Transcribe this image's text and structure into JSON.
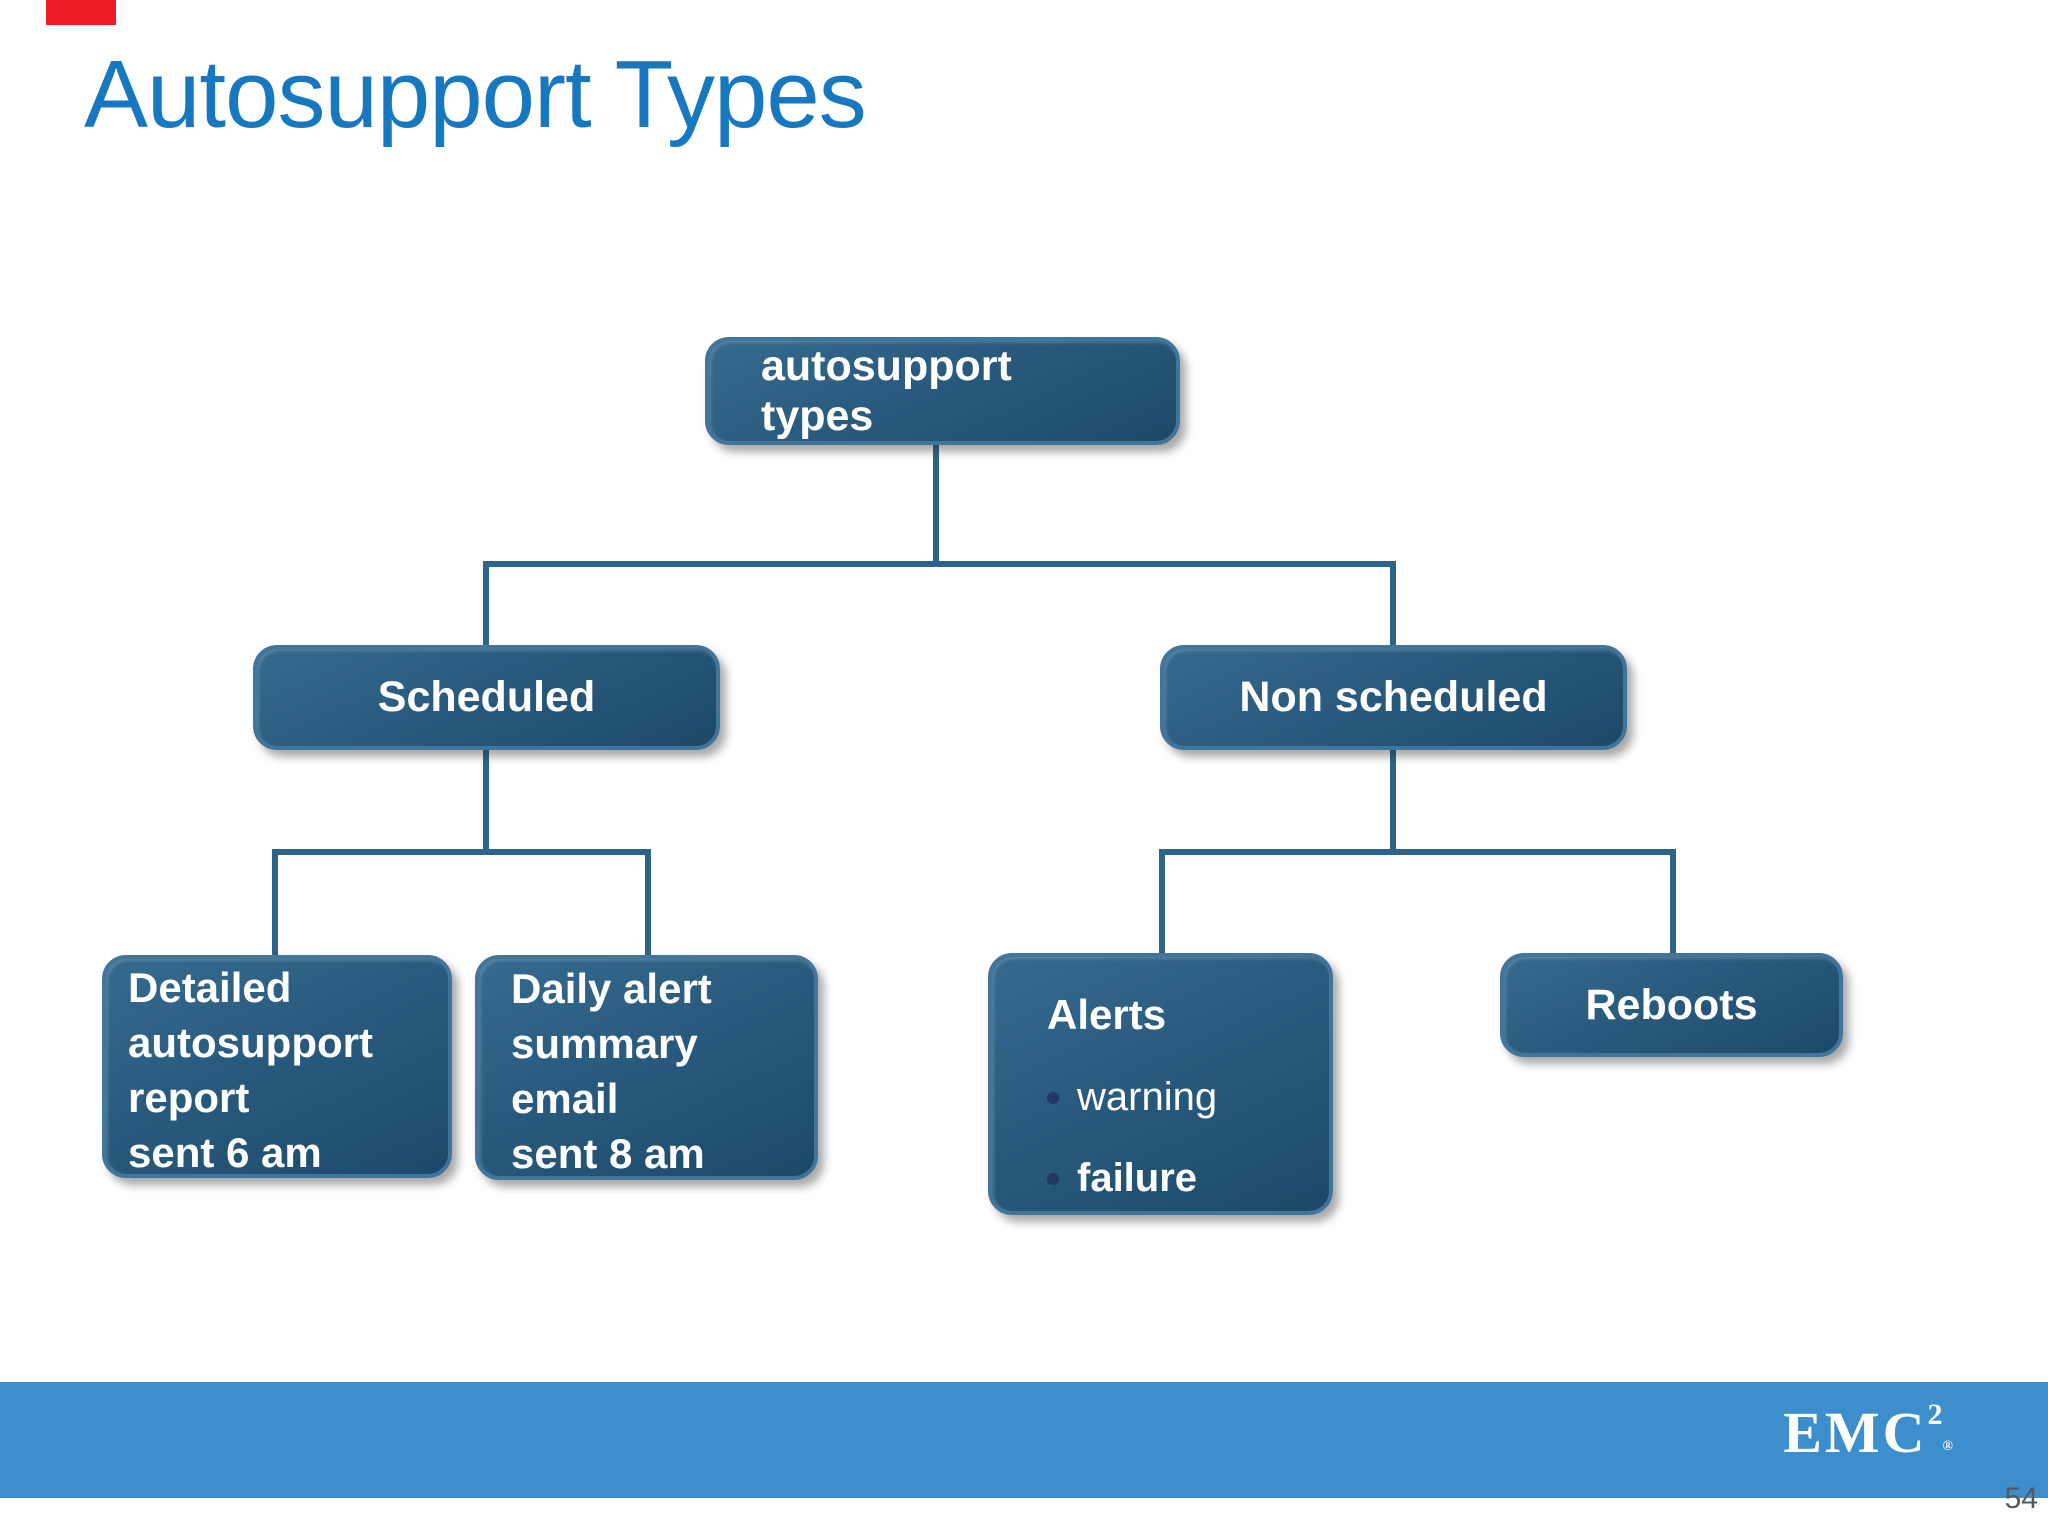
{
  "slide": {
    "title": "Autosupport Types",
    "page_number": "54"
  },
  "colors": {
    "title_blue": "#1878bf",
    "node_fill_top": "#356a8e",
    "node_fill_bottom": "#1d4968",
    "node_border": "#41759a",
    "connector": "#2e6487",
    "footer_bar_blue": "#3d8ecd",
    "bullet_dot_navy": "#1f3864",
    "page_number_gray": "#595959",
    "corner_marker_red": "#ee1c25"
  },
  "diagram": {
    "root_label": "autosupport\ntypes",
    "scheduled_label": "Scheduled",
    "non_scheduled_label": "Non scheduled",
    "detailed_label": "Detailed\nautosupport\nreport\nsent 6 am",
    "daily_label": "Daily alert\nsummary\nemail\nsent 8 am",
    "alerts_title": "Alerts",
    "alerts_bullets": [
      {
        "text": "warning"
      },
      {
        "text": "failure"
      }
    ],
    "reboots_label": "Reboots"
  },
  "footer": {
    "logo_text": "EMC",
    "logo_exponent": "2",
    "logo_registered": "®"
  }
}
